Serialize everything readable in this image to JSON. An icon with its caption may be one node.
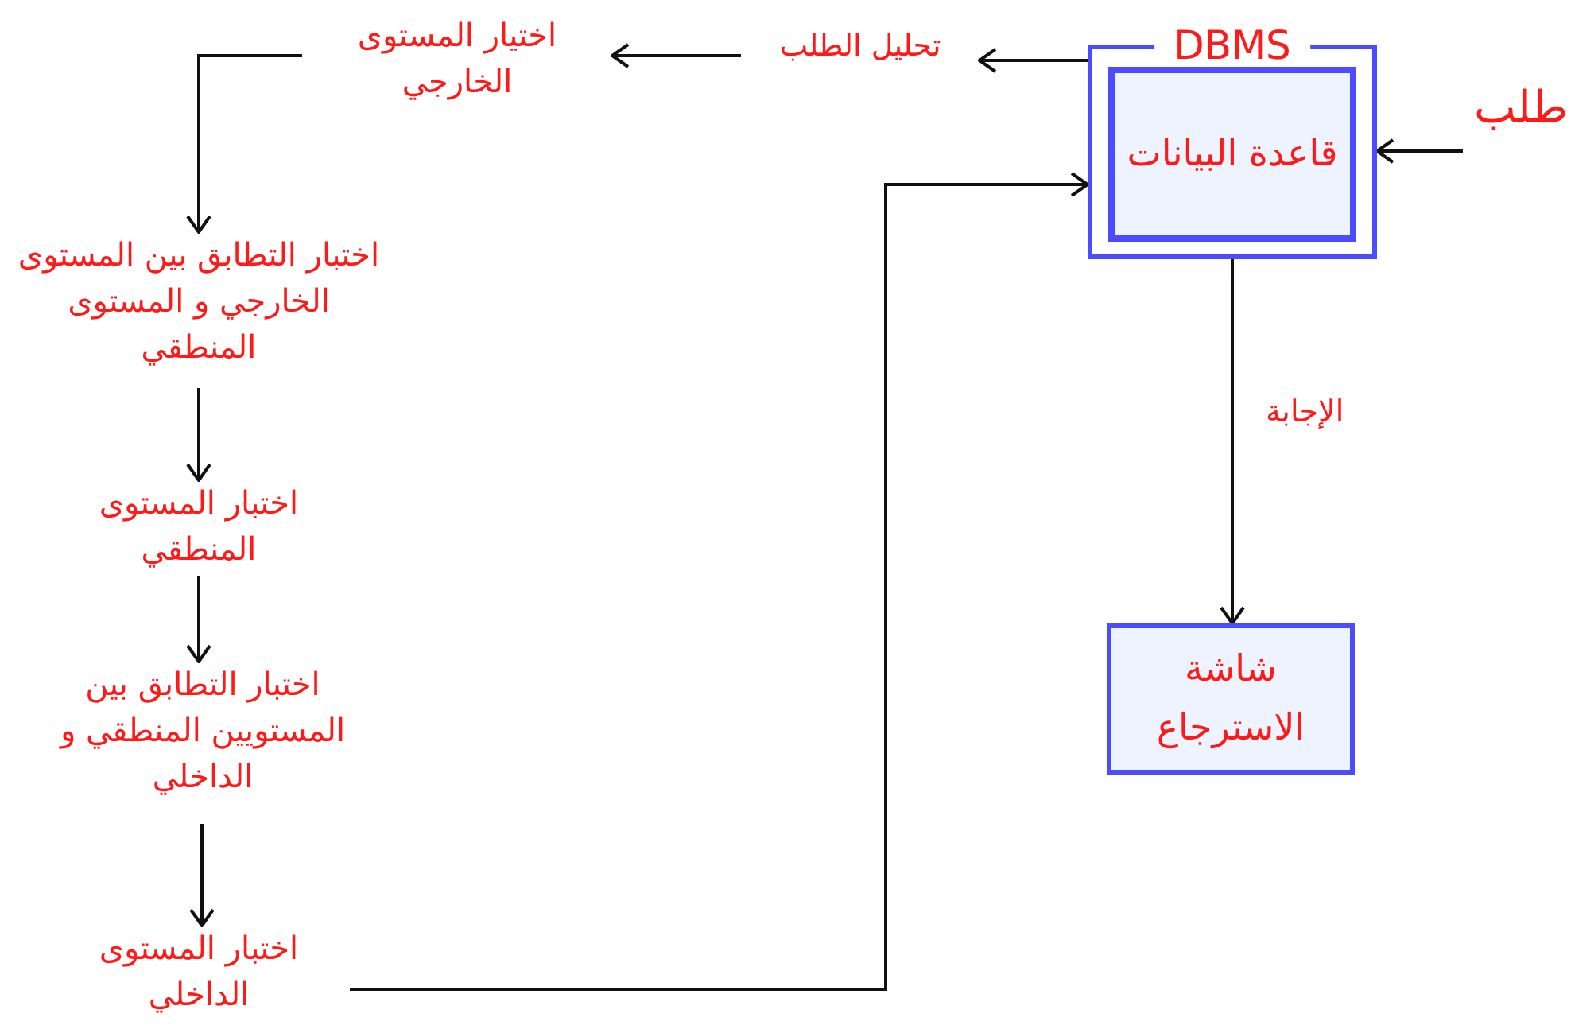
{
  "diagram": {
    "nodes": [
      {
        "text": [
          "DBMS"
        ]
      },
      {
        "text": [
          "قاعدة البيانات"
        ],
        "in": 0
      },
      {
        "text": [
          "طلب"
        ]
      },
      {
        "text": [
          "تحليل الطلب"
        ]
      },
      {
        "text": [
          "اختيار المستوى الخارجي"
        ]
      },
      {
        "text": [
          "اختبار التطابق بين المستوى الخارجي و المستوى المنطقي"
        ]
      },
      {
        "text": [
          "اختبار المستوى المنطقي"
        ]
      },
      {
        "text": [
          "اختبار التطابق بين المستويين المنطقي و الداخلي"
        ]
      },
      {
        "text": [
          "اختبار المستوى الداخلي"
        ]
      },
      {
        "text": [
          "شاشة الاسترجاع"
        ]
      }
    ],
    "edges": [
      {
        "from": 2,
        "to": 0,
        "arrow": "to"
      },
      {
        "from": 0,
        "to": 3,
        "arrow": "to"
      },
      {
        "from": 3,
        "to": 4,
        "arrow": "to"
      },
      {
        "from": 4,
        "to": 5,
        "arrow": "to"
      },
      {
        "from": 5,
        "to": 6,
        "arrow": "to"
      },
      {
        "from": 6,
        "to": 7,
        "arrow": "to"
      },
      {
        "from": 7,
        "to": 8,
        "arrow": "to"
      },
      {
        "from": 8,
        "to": 0,
        "arrow": "to"
      },
      {
        "from": 0,
        "to": 9,
        "arrow": "to",
        "label": "الإجابة"
      }
    ]
  }
}
